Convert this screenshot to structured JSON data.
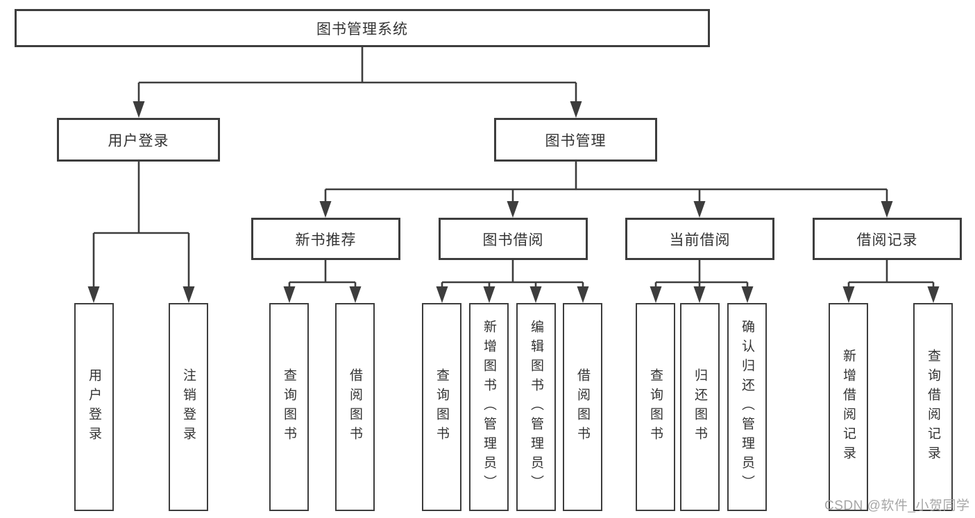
{
  "diagram": {
    "title": "图书管理系统",
    "root": {
      "label": "图书管理系统",
      "children": [
        {
          "label": "用户登录",
          "children": [
            {
              "label": "用户登录"
            },
            {
              "label": "注销登录"
            }
          ]
        },
        {
          "label": "图书管理",
          "children": [
            {
              "label": "新书推荐",
              "children": [
                {
                  "label": "查询图书"
                },
                {
                  "label": "借阅图书"
                }
              ]
            },
            {
              "label": "图书借阅",
              "children": [
                {
                  "label": "查询图书"
                },
                {
                  "label": "新增图书（管理员）"
                },
                {
                  "label": "编辑图书（管理员）"
                },
                {
                  "label": "借阅图书"
                }
              ]
            },
            {
              "label": "当前借阅",
              "children": [
                {
                  "label": "查询图书"
                },
                {
                  "label": "归还图书"
                },
                {
                  "label": "确认归还（管理员）"
                }
              ]
            },
            {
              "label": "借阅记录",
              "children": [
                {
                  "label": "新增借阅记录"
                },
                {
                  "label": "查询借阅记录"
                }
              ]
            }
          ]
        }
      ]
    },
    "colors": {
      "line": "#3d3d3d",
      "text": "#333333",
      "background": "#ffffff",
      "watermark": "#a2a2a2"
    }
  },
  "watermark": {
    "text": "CSDN @软件_小贺同学"
  }
}
